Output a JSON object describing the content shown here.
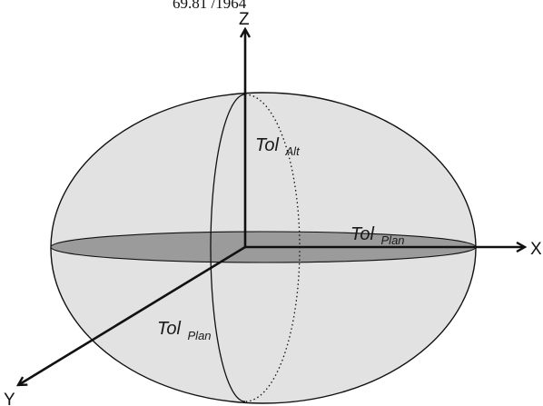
{
  "caption_cropped": "69.81 /1964",
  "axes": {
    "z_label": "Z",
    "x_label": "X",
    "y_label": "Y"
  },
  "labels": {
    "tol_alt_main": "Tol",
    "tol_alt_sub": "Alt",
    "tol_plan_x_main": "Tol",
    "tol_plan_x_sub": "Plan",
    "tol_plan_y_main": "Tol",
    "tol_plan_y_sub": "Plan"
  },
  "colors": {
    "ellipsoid_fill": "#e2e2e2",
    "plane_fill": "#9b9b9b",
    "line": "#111111"
  }
}
